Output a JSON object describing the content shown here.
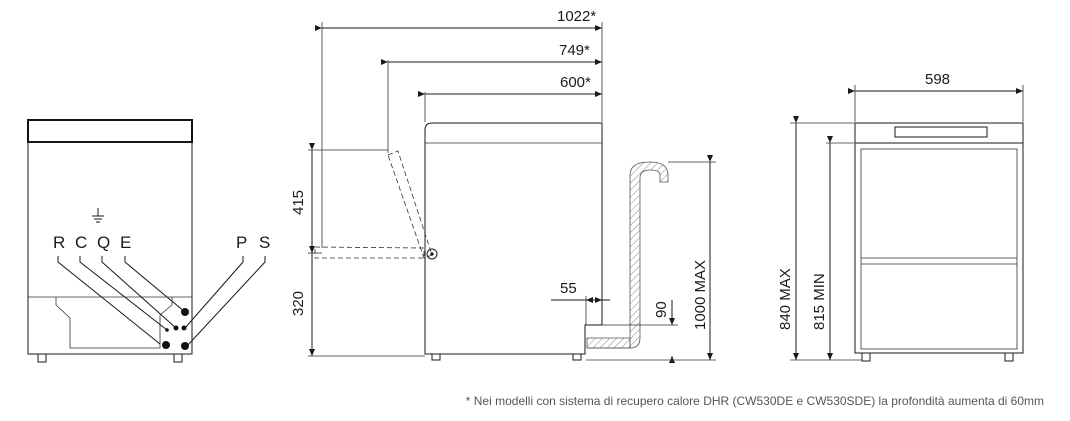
{
  "dimensions": {
    "depth_total": "1022*",
    "depth_door_open": "749*",
    "depth_body": "600*",
    "width": "598",
    "height_door": "415",
    "height_door_low": "320",
    "height_max_drain": "1000 MAX",
    "height_max": "840 MAX",
    "height_min": "815 MIN",
    "offset_55": "55",
    "offset_90": "90"
  },
  "connections": {
    "R": "R",
    "C": "C",
    "Q": "Q",
    "E": "E",
    "P": "P",
    "S": "S"
  },
  "footnote": "* Nei modelli con sistema di recupero calore DHR (CW530DE e CW530SDE) la profondità aumenta di 60mm"
}
